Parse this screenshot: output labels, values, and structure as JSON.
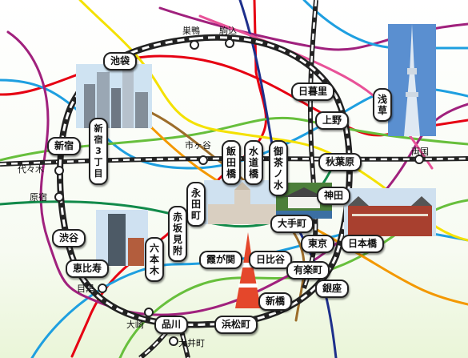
{
  "stations": {
    "sugamo": "巣鴨",
    "komagome": "駒込",
    "ikebukuro": "池袋",
    "nippori": "日暮里",
    "asakusa": "浅草",
    "shinjuku_sanchome": "新宿3丁目",
    "shinjuku": "新宿",
    "yoyogi": "代々木",
    "ichigaya": "市ヶ谷",
    "iidabashi": "飯田橋",
    "suidobashi": "水道橋",
    "ochanomizu": "御茶ノ水",
    "ueno": "上野",
    "akihabara": "秋葉原",
    "ryogoku": "両国",
    "harajuku": "原宿",
    "nagatacho": "永田町",
    "kanda": "神田",
    "akasaka_mitsuke": "赤坂見附",
    "otemachi": "大手町",
    "shibuya": "渋谷",
    "tokyo": "東京",
    "nihonbashi": "日本橋",
    "roppongi": "六本木",
    "kasumigaseki": "霞が関",
    "hibiya": "日比谷",
    "ebisu": "恵比寿",
    "yurakucho": "有楽町",
    "meguro": "目黒",
    "ginza": "銀座",
    "shimbashi": "新橋",
    "osaki": "大崎",
    "shinagawa": "品川",
    "hamamatsucho": "浜松町",
    "oimachi": "大井町"
  },
  "colors": {
    "ring_rail": "#333333",
    "line_red": "#e60012",
    "line_blue": "#1e9fe0",
    "line_green": "#67bf3c",
    "line_yellow": "#f4e100",
    "line_purple": "#a0217d",
    "line_darkgreen": "#128a4a",
    "line_orange": "#f39800",
    "line_navy": "#1d2f8b",
    "line_brown": "#9c6d2a",
    "line_pink": "#e85298"
  },
  "icons": {
    "skyline": "skyscraper-cluster-photo",
    "skytree": "tokyo-skytree-photo",
    "diet": "national-diet-building-photo",
    "castle": "imperial-palace-gate-photo",
    "tokyo_station": "tokyo-station-building-photo",
    "tower": "tokyo-tower-photo",
    "mori": "roppongi-tower-photo"
  }
}
